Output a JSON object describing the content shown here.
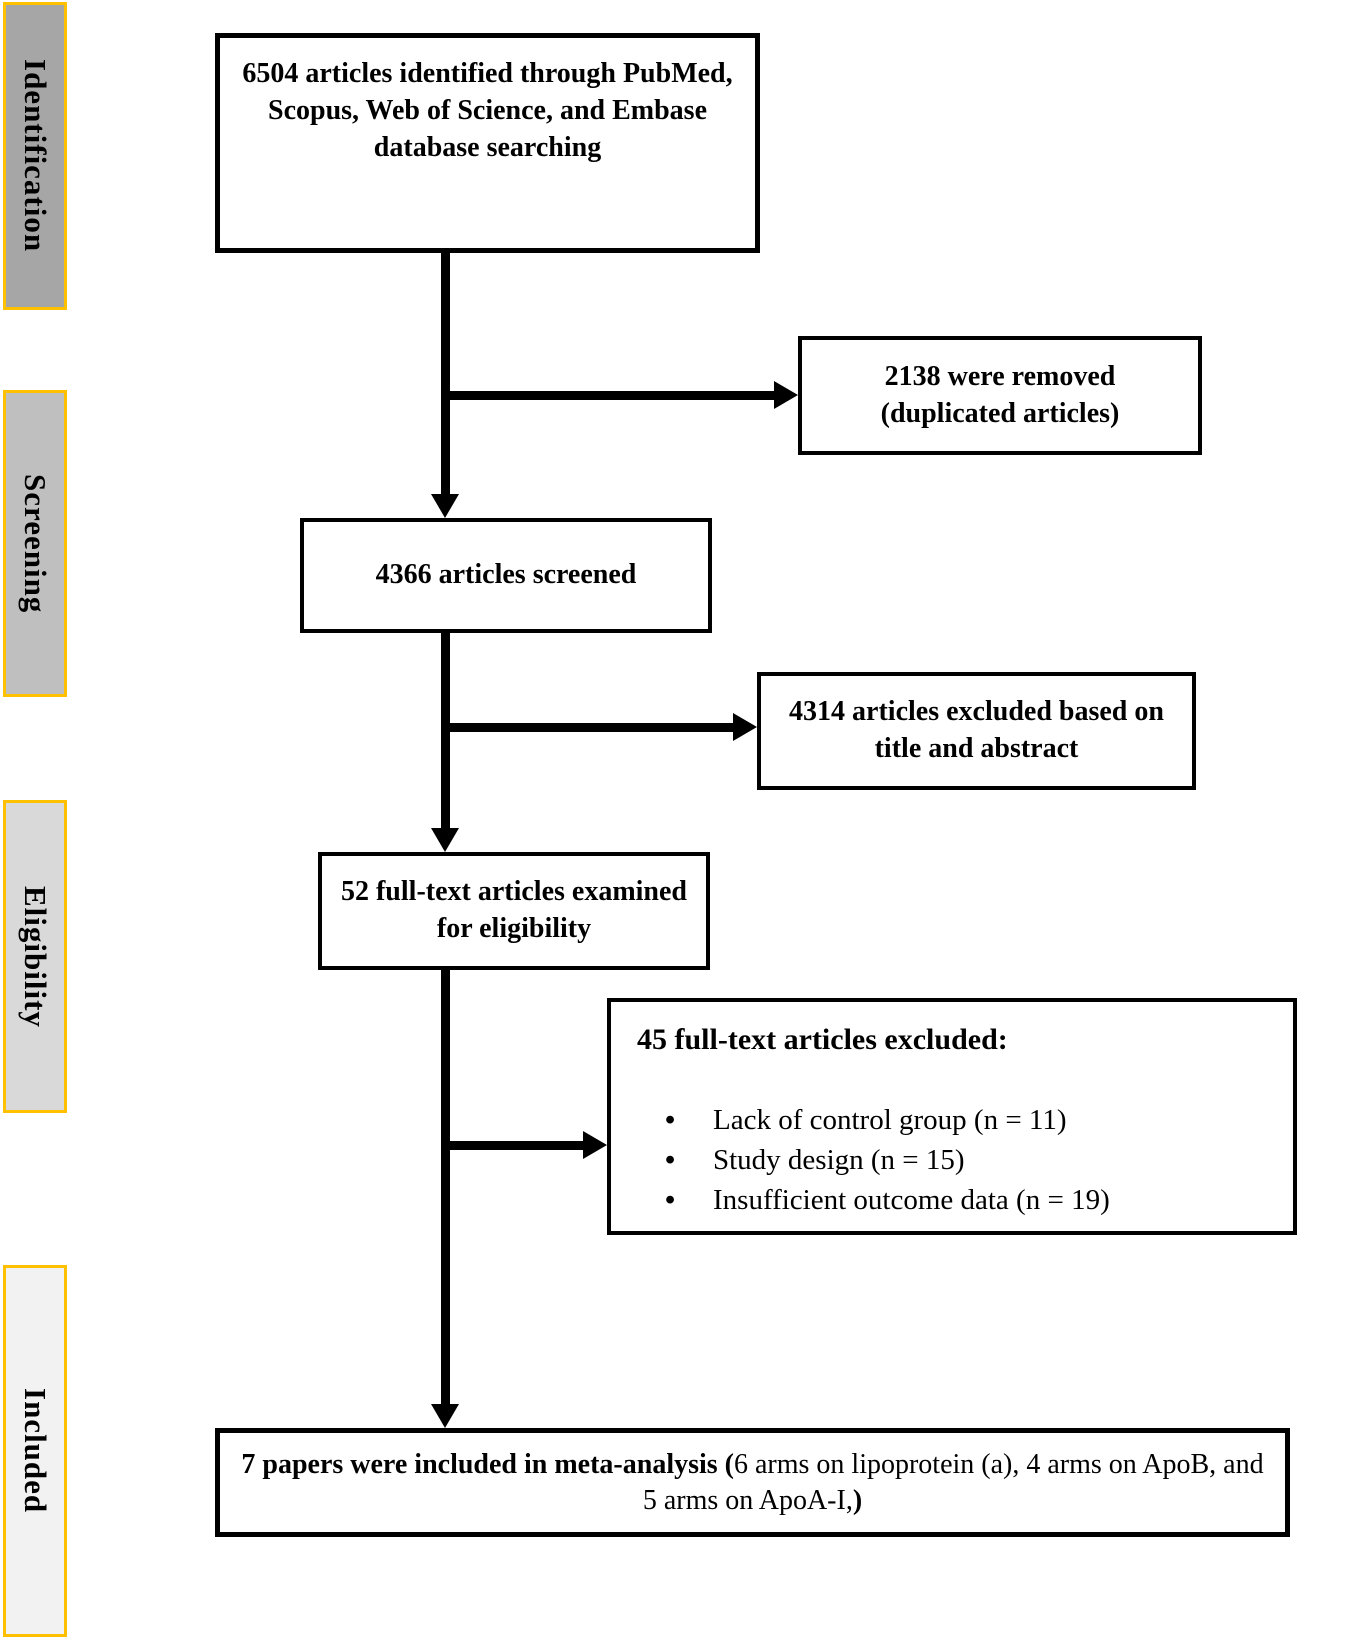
{
  "sidebar": {
    "border_color": "#FFC000",
    "stages": [
      {
        "label": "Identification",
        "fill": "#A6A6A6"
      },
      {
        "label": "Screening",
        "fill": "#BFBFBF"
      },
      {
        "label": "Eligibility",
        "fill": "#D9D9D9"
      },
      {
        "label": "Included",
        "fill": "#F2F2F2"
      }
    ]
  },
  "boxes": {
    "identified": {
      "text": "6504 articles identified through PubMed, Scopus, Web of Science, and Embase database searching"
    },
    "duplicates_removed": {
      "text": "2138 were removed (duplicated articles)"
    },
    "screened": {
      "text": "4366 articles screened"
    },
    "excluded_title_abstract": {
      "text": "4314 articles excluded based on title and abstract"
    },
    "fulltext_examined": {
      "text": "52 full-text articles examined for eligibility"
    },
    "fulltext_excluded": {
      "heading": "45 full-text articles excluded:",
      "reasons": [
        "Lack of control group (n = 11)",
        "Study design (n = 15)",
        "Insufficient outcome data (n = 19)"
      ]
    },
    "included": {
      "bold_lead": "7 papers were included in meta-analysis (",
      "regular_body": "6 arms on lipoprotein (a), 4 arms on ApoB, and 5 arms on ApoA-I,",
      "bold_close": ")"
    }
  },
  "colors": {
    "box_border": "#000000",
    "text": "#000000",
    "background": "#FFFFFF"
  }
}
